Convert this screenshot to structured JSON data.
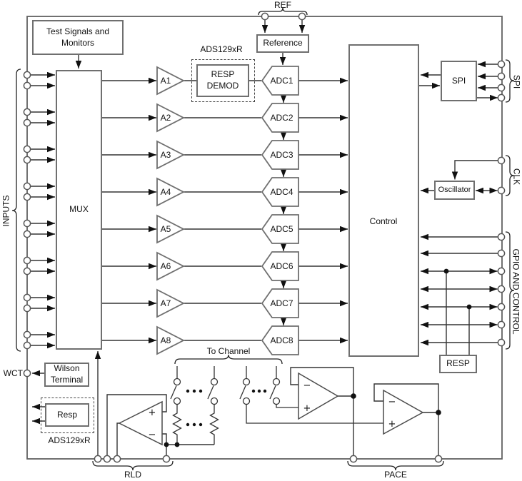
{
  "chip": {
    "pin_groups": {
      "inputs_label": "INPUTS",
      "ref_label": "REF",
      "spi_label": "SPI",
      "clk_label": "CLK",
      "gpio_label": "GPIO AND CONTROL",
      "wct_label": "WCT",
      "rld_label": "RLD",
      "pace_label": "PACE"
    },
    "blocks": {
      "test_signals": "Test Signals and\nMonitors",
      "mux": "MUX",
      "reference": "Reference",
      "ads129xr_top": "ADS129xR",
      "resp_demod": "RESP\nDEMOD",
      "control": "Control",
      "spi": "SPI",
      "oscillator": "Oscillator",
      "resp_gpio": "RESP",
      "wilson_terminal": "Wilson\nTerminal",
      "resp_bottom": "Resp",
      "ads129xr_bottom": "ADS129xR",
      "to_channel": "To Channel"
    },
    "channels": {
      "amplifiers": [
        "A1",
        "A2",
        "A3",
        "A4",
        "A5",
        "A6",
        "A7",
        "A8"
      ],
      "adcs": [
        "ADC1",
        "ADC2",
        "ADC3",
        "ADC4",
        "ADC5",
        "ADC6",
        "ADC7",
        "ADC8"
      ]
    },
    "opamp_symbols": {
      "plus": "+",
      "minus": "−"
    }
  },
  "colors": {
    "background": "#ffffff",
    "wire": "#333333",
    "box_border": "#6f6f6f",
    "chip_border": "#606060",
    "text": "#111111",
    "arrow": "#111111"
  }
}
